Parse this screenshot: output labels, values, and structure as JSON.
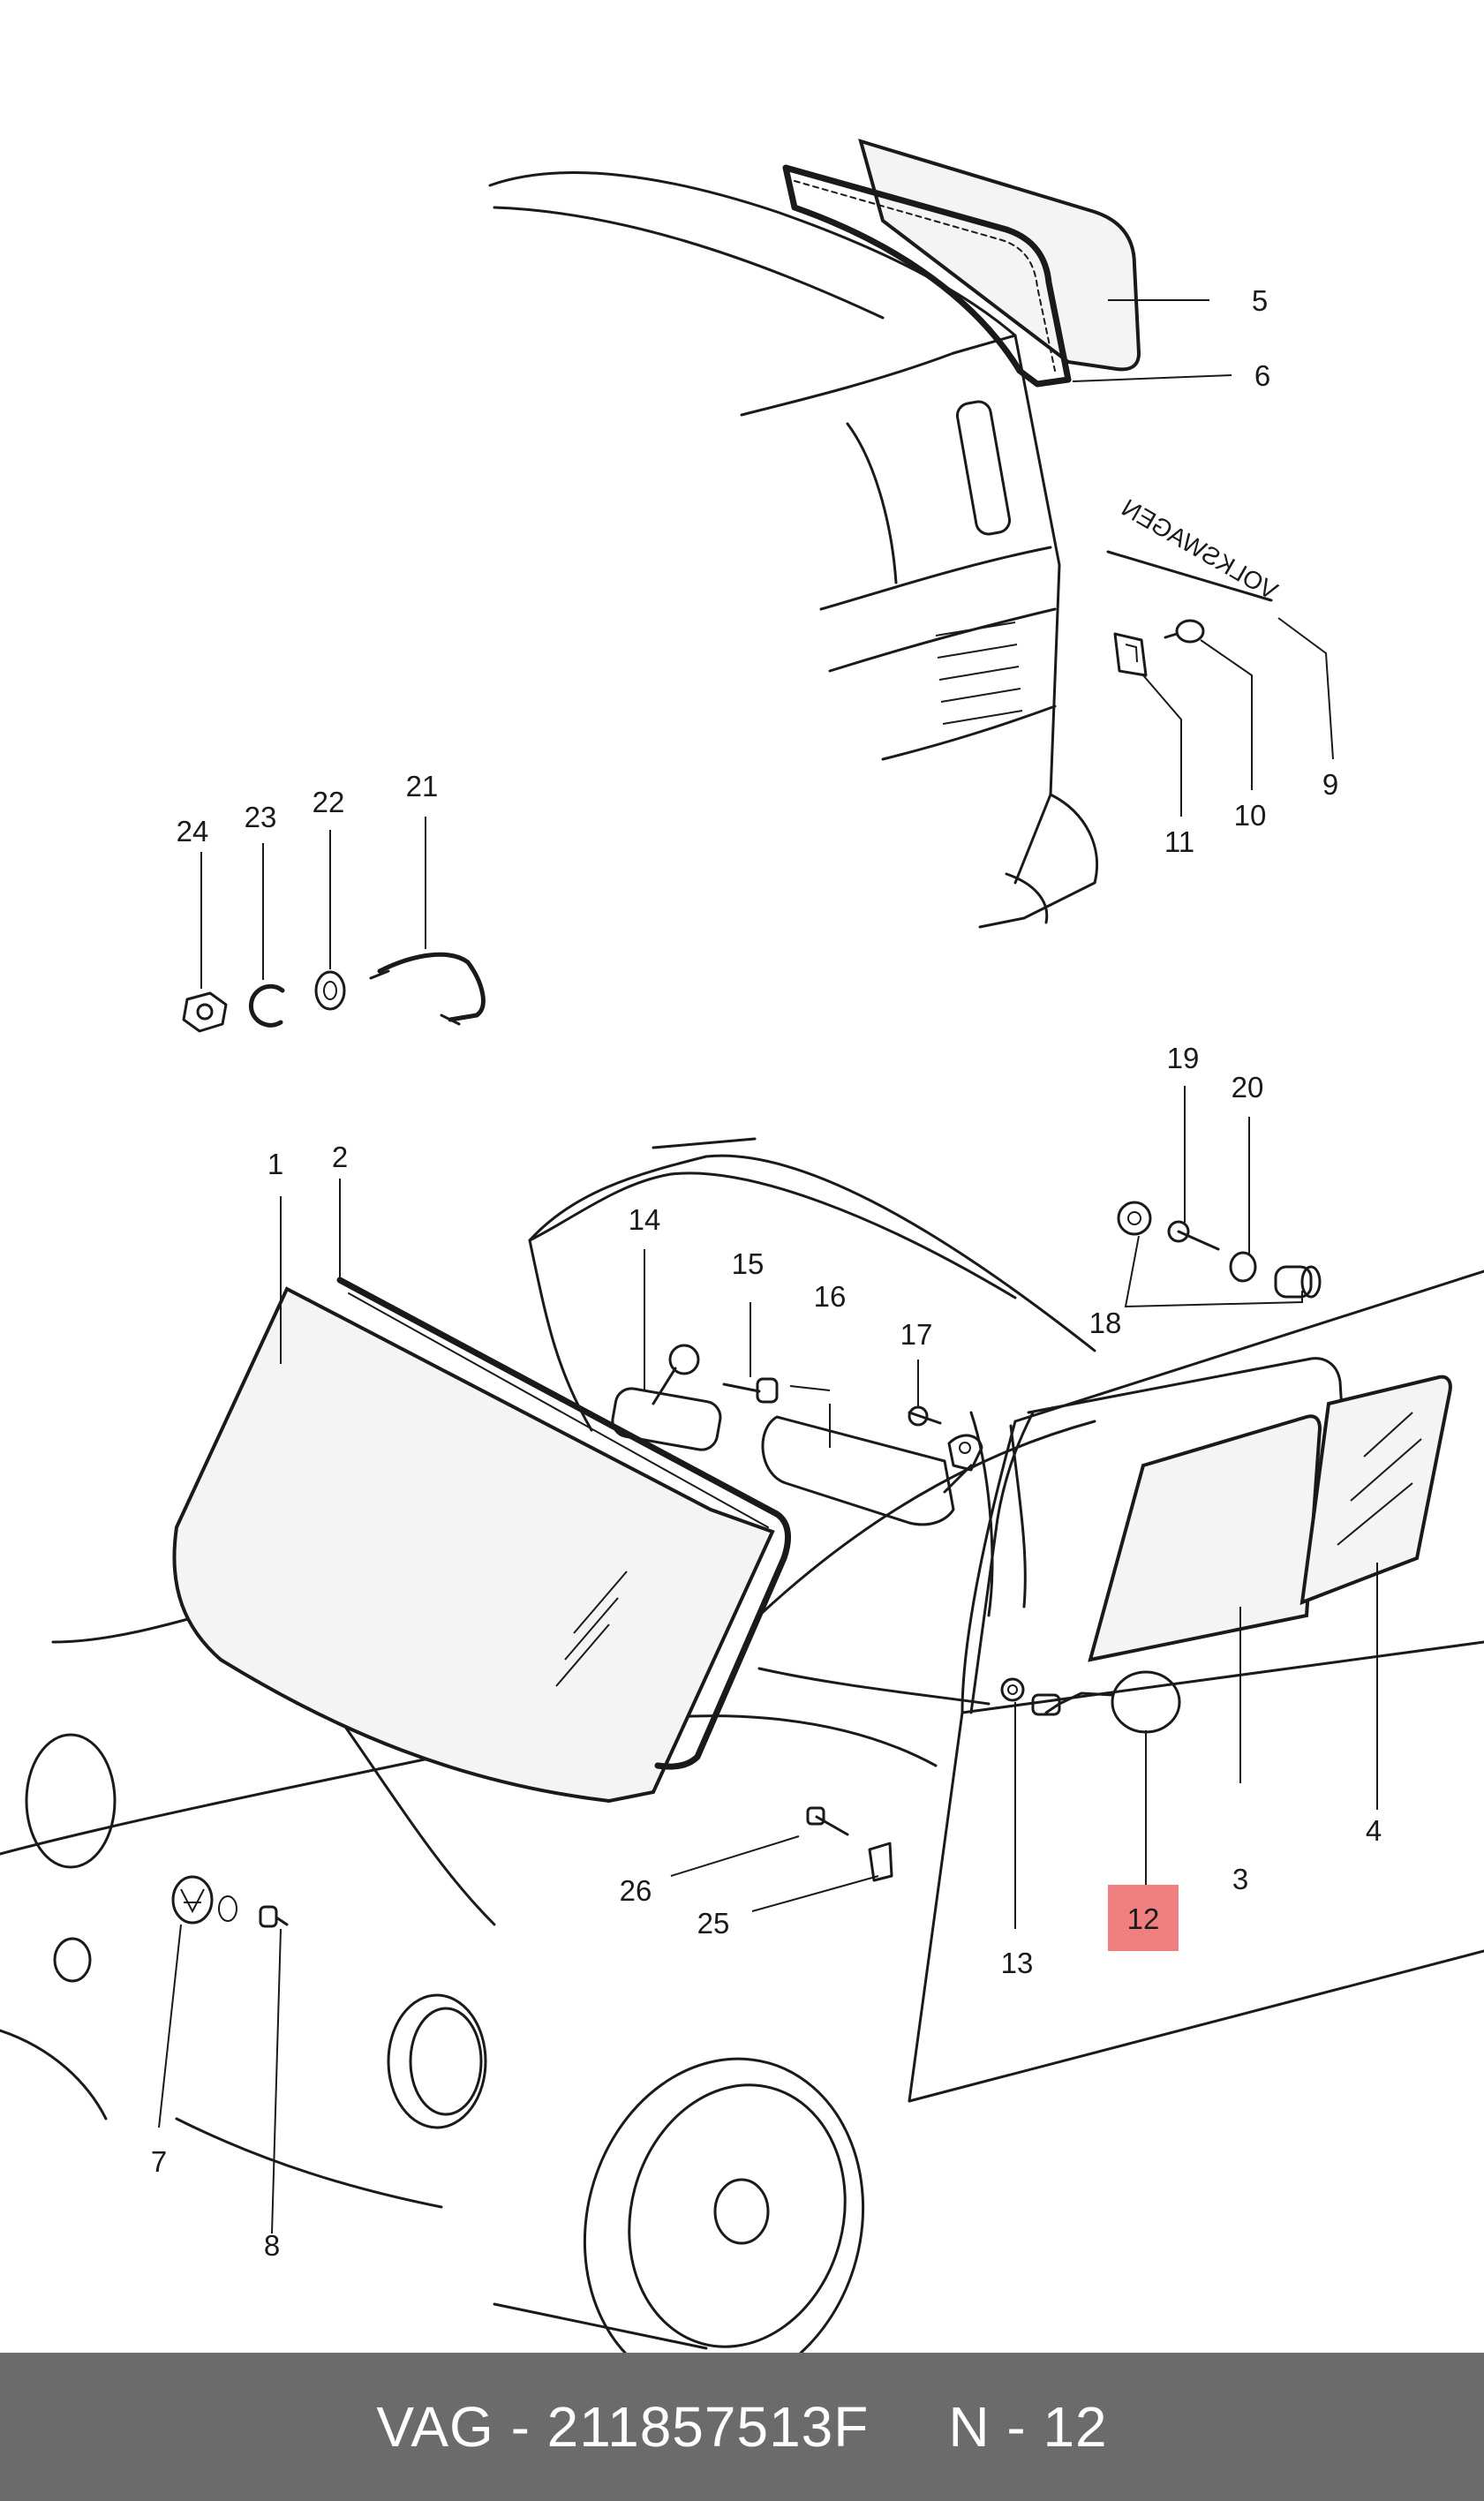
{
  "diagram": {
    "callouts": [
      {
        "id": "1",
        "label": "1"
      },
      {
        "id": "2",
        "label": "2"
      },
      {
        "id": "3",
        "label": "3"
      },
      {
        "id": "4",
        "label": "4"
      },
      {
        "id": "5",
        "label": "5"
      },
      {
        "id": "6",
        "label": "6"
      },
      {
        "id": "7",
        "label": "7"
      },
      {
        "id": "8",
        "label": "8"
      },
      {
        "id": "9",
        "label": "9"
      },
      {
        "id": "10",
        "label": "10"
      },
      {
        "id": "11",
        "label": "11"
      },
      {
        "id": "12",
        "label": "12"
      },
      {
        "id": "13",
        "label": "13"
      },
      {
        "id": "14",
        "label": "14"
      },
      {
        "id": "15",
        "label": "15"
      },
      {
        "id": "16",
        "label": "16"
      },
      {
        "id": "17",
        "label": "17"
      },
      {
        "id": "18",
        "label": "18"
      },
      {
        "id": "19",
        "label": "19"
      },
      {
        "id": "20",
        "label": "20"
      },
      {
        "id": "21",
        "label": "21"
      },
      {
        "id": "22",
        "label": "22"
      },
      {
        "id": "23",
        "label": "23"
      },
      {
        "id": "24",
        "label": "24"
      },
      {
        "id": "25",
        "label": "25"
      },
      {
        "id": "26",
        "label": "26"
      }
    ],
    "highlighted_callout": "12",
    "highlight_color": "#f08080",
    "emblem_text": "VOLKSWAGEN"
  },
  "footer": {
    "part_code": "VAG - 211857513F",
    "position": "N - 12",
    "background": "#6b6b6b"
  }
}
